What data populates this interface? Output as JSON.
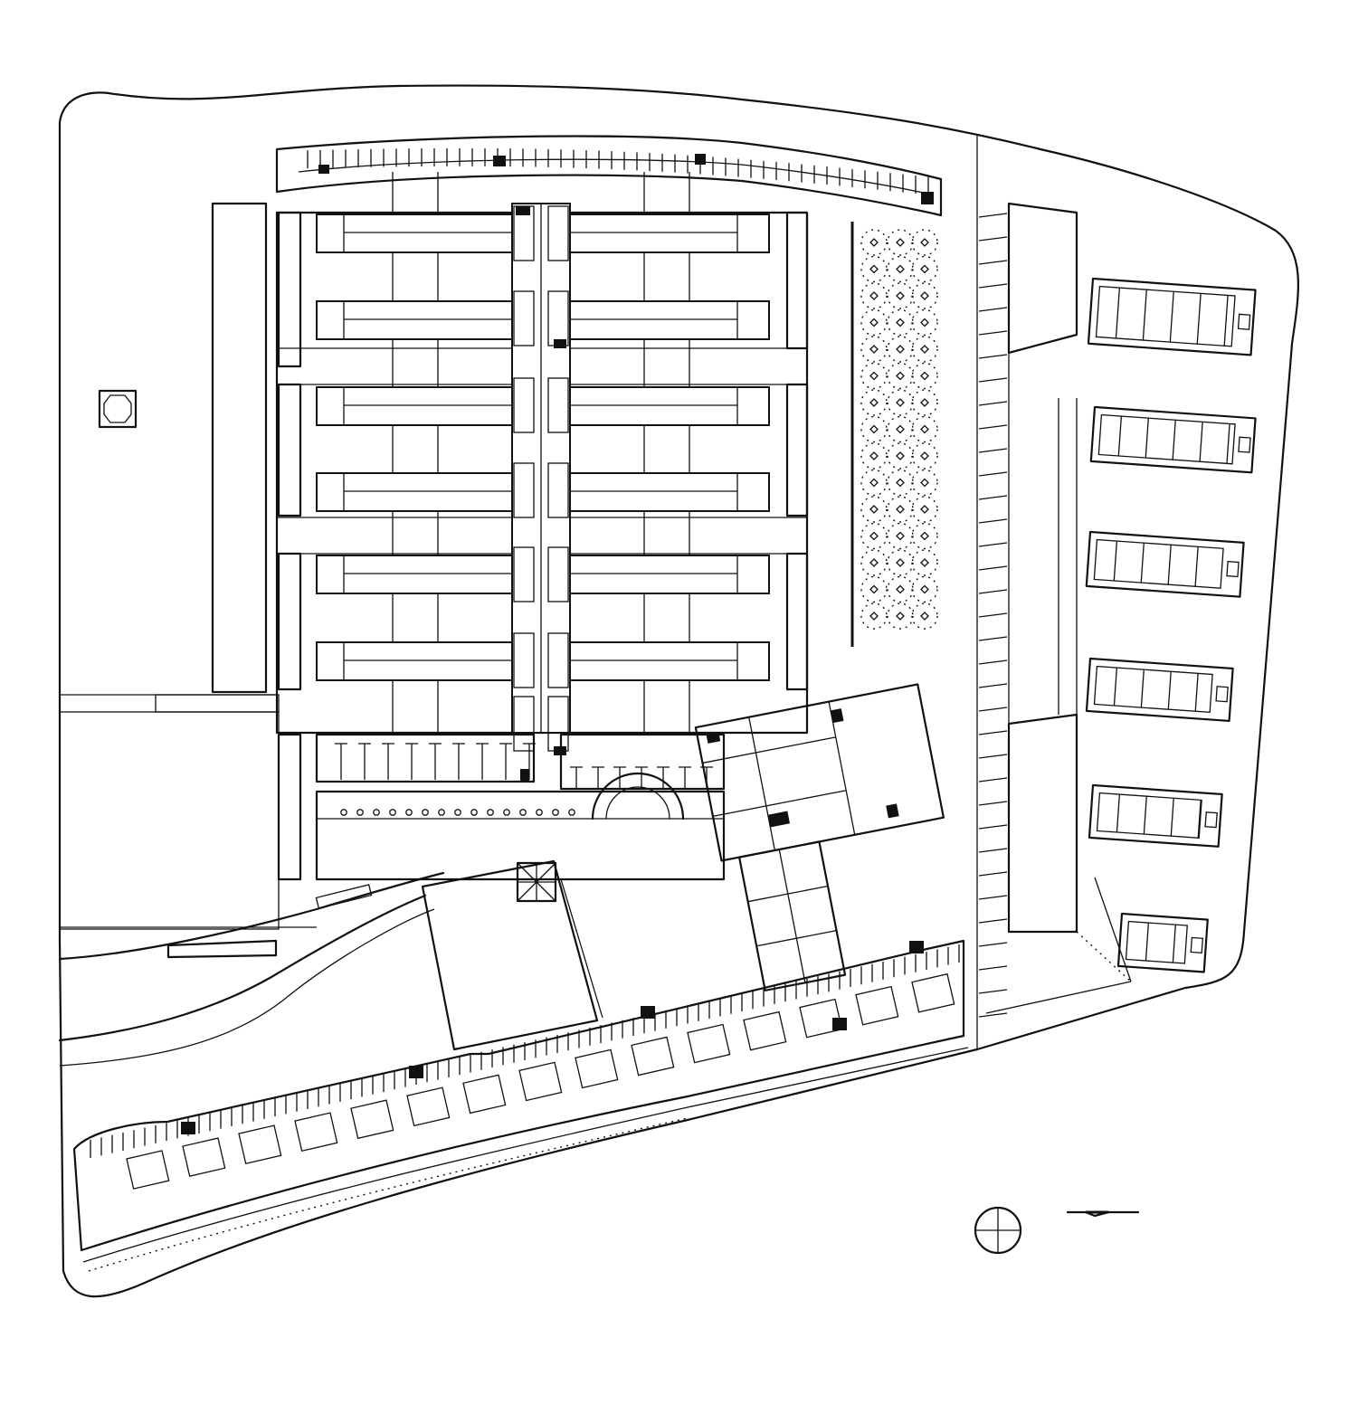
{
  "drawing": {
    "kind": "architectural site plan",
    "line_color": "#111111",
    "background_color": "#ffffff",
    "symbols": [
      "north-arrow-icon",
      "scale-bar-icon"
    ]
  },
  "blocks": {
    "main_wing_count": 6,
    "east_wing_count": 6,
    "tree_rows": 3,
    "trees_per_row": 15
  }
}
